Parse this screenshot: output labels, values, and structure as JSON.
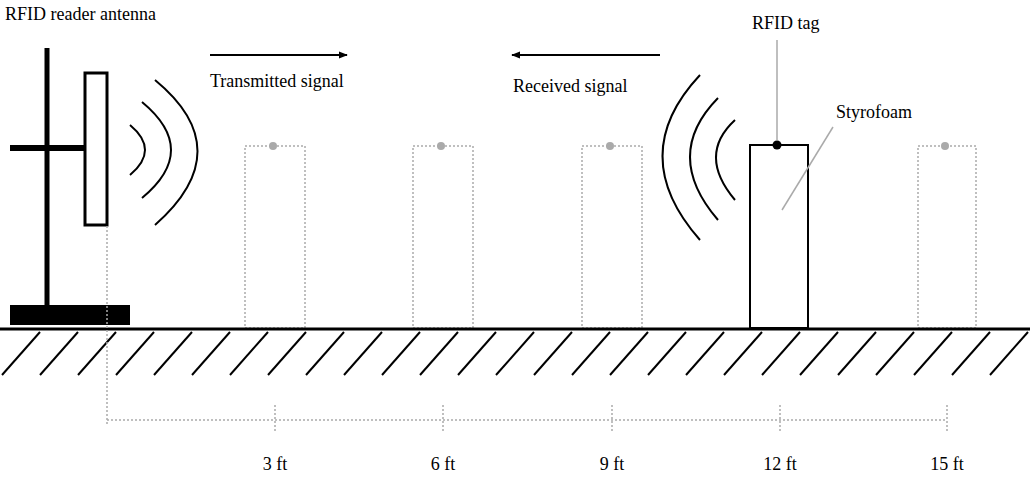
{
  "diagram": {
    "labels": [
      "RFID reader antenna",
      "Transmitted signal",
      "Received signal",
      "RFID tag",
      "Styrofoam",
      "3 ft",
      "6 ft",
      "9 ft",
      "12 ft",
      "15 ft"
    ]
  }
}
